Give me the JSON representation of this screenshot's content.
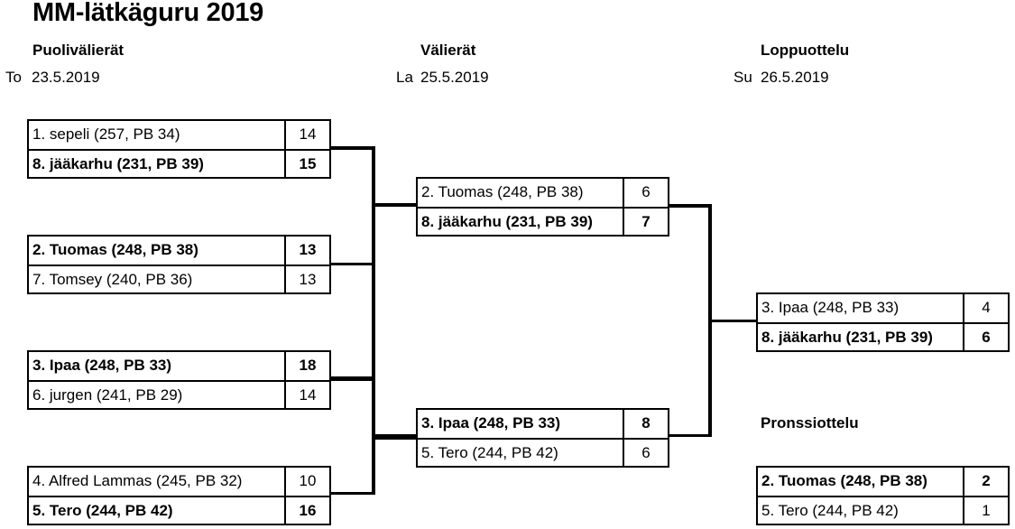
{
  "title": "MM-lätkäguru 2019",
  "rounds": {
    "quarterfinals": {
      "label": "Puolivälierät",
      "day": "To",
      "date": "23.5.2019"
    },
    "semifinals": {
      "label": "Välierät",
      "day": "La",
      "date": "25.5.2019"
    },
    "final": {
      "label": "Loppuottelu",
      "day": "Su",
      "date": "26.5.2019"
    },
    "bronze": {
      "label": "Pronssiottelu"
    }
  },
  "quarterfinals": [
    {
      "players": [
        {
          "name": "1. sepeli (257, PB 34)",
          "score": "14",
          "winner": false
        },
        {
          "name": "8. jääkarhu (231, PB 39)",
          "score": "15",
          "winner": true
        }
      ]
    },
    {
      "players": [
        {
          "name": "2. Tuomas (248, PB 38)",
          "score": "13",
          "winner": true
        },
        {
          "name": "7. Tomsey (240, PB 36)",
          "score": "13",
          "winner": false
        }
      ]
    },
    {
      "players": [
        {
          "name": "3. Ipaa (248, PB 33)",
          "score": "18",
          "winner": true
        },
        {
          "name": "6. jurgen (241, PB 29)",
          "score": "14",
          "winner": false
        }
      ]
    },
    {
      "players": [
        {
          "name": "4. Alfred Lammas (245, PB 32)",
          "score": "10",
          "winner": false
        },
        {
          "name": "5. Tero (244, PB 42)",
          "score": "16",
          "winner": true
        }
      ]
    }
  ],
  "semifinals": [
    {
      "players": [
        {
          "name": "2. Tuomas (248, PB 38)",
          "score": "6",
          "winner": false
        },
        {
          "name": "8. jääkarhu (231, PB 39)",
          "score": "7",
          "winner": true
        }
      ]
    },
    {
      "players": [
        {
          "name": "3. Ipaa (248, PB 33)",
          "score": "8",
          "winner": true
        },
        {
          "name": "5. Tero (244, PB 42)",
          "score": "6",
          "winner": false
        }
      ]
    }
  ],
  "final": {
    "players": [
      {
        "name": "3. Ipaa (248, PB 33)",
        "score": "4",
        "winner": false
      },
      {
        "name": "8. jääkarhu (231, PB 39)",
        "score": "6",
        "winner": true
      }
    ]
  },
  "bronze": {
    "players": [
      {
        "name": "2. Tuomas (248, PB 38)",
        "score": "2",
        "winner": true
      },
      {
        "name": "5. Tero (244, PB 42)",
        "score": "1",
        "winner": false
      }
    ]
  }
}
